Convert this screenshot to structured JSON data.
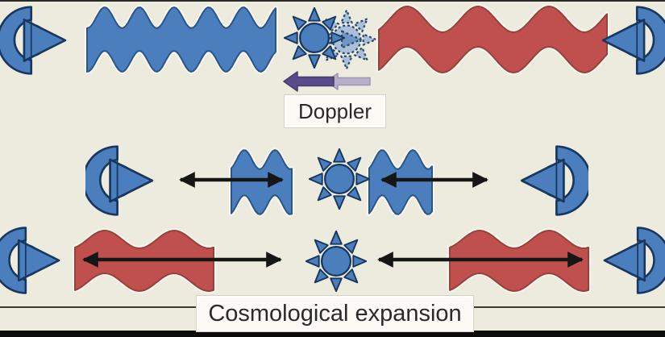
{
  "diagram": {
    "background_color": "#edeade",
    "labels": {
      "doppler": "Doppler",
      "cosmological_expansion": "Cosmological expansion"
    },
    "colors": {
      "wave_blue": "#4a7ebc",
      "wave_red": "#c0504d",
      "outline_dark_blue": "#17375e",
      "ghost_sun_fill": "#aabfd9",
      "ghost_sun_triangle": "#6f96c5",
      "motion_arrow_dark_purple": "#5b4a8b",
      "motion_arrow_light_purple": "#b6b0c8",
      "distance_arrow_black": "#161616",
      "label_background": "#fbfaf5",
      "label_border": "#d6d2c4",
      "label_text": "#2a2a2a",
      "top_border": "#2a2a26",
      "bottom_bar": "#0b0b09"
    },
    "icons": {
      "telescope_dish": "telescope-dish-icon",
      "sun": "sun-icon",
      "ghost_sun": "dashed-ghost-sun-icon",
      "motion_arrow": "left-block-arrow-icon",
      "distance_arrow": "double-headed-arrow-icon",
      "blue_wave": "short-wavelength-wave",
      "red_wave": "long-wavelength-wave"
    }
  }
}
